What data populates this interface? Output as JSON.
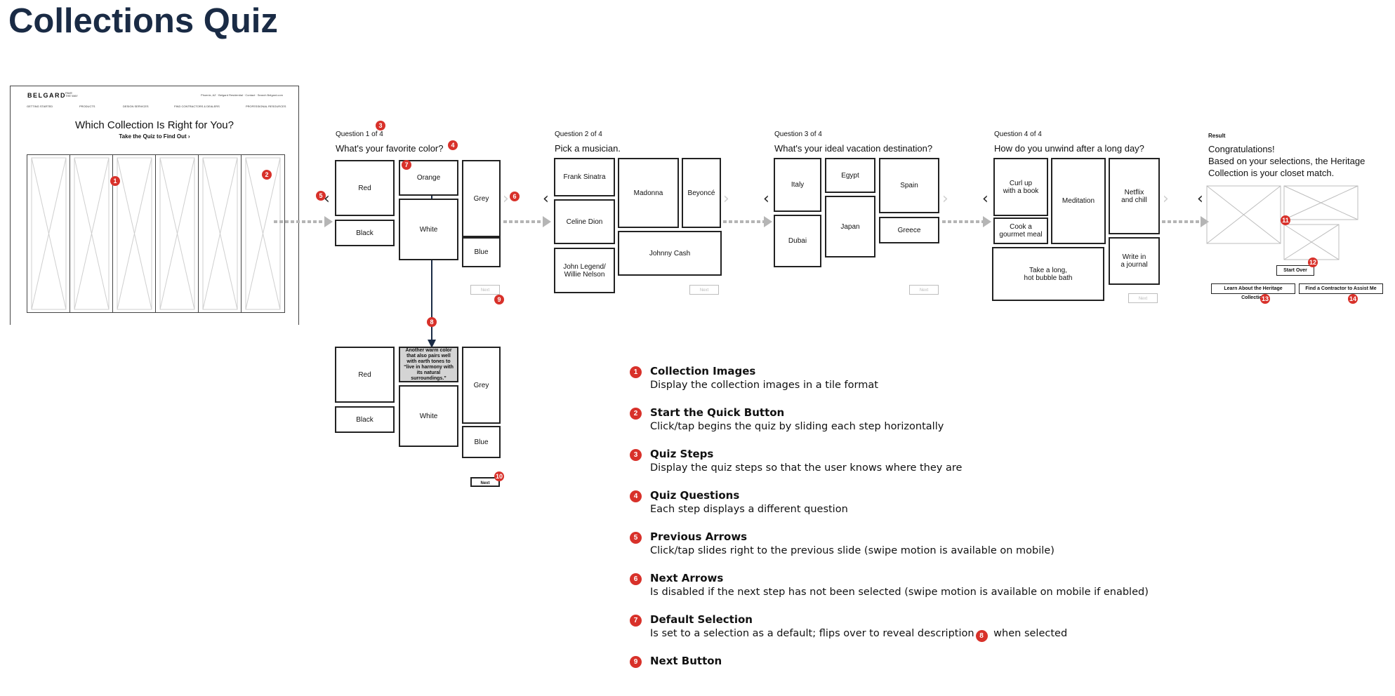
{
  "title": "Collections Quiz",
  "colors": {
    "badge": "#d8312a",
    "title": "#1a2b45",
    "arrow": "#b5b5b5",
    "flip_line": "#1a2b45",
    "flipped_tile": "#d4d4d4"
  },
  "landing": {
    "logo": "BELGARD",
    "logo_sub": "PAVE THE WAY",
    "utility": "Phoenix, AZ  ·  Belgard Residential  ·  Contact  ·  Search Belgard.com",
    "nav": [
      "GETTING STARTED",
      "PRODUCTS",
      "DESIGN SERVICES",
      "FIND CONTRACTORS & DEALERS",
      "PROFESSIONAL RESOURCES"
    ],
    "heading": "Which Collection Is Right for You?",
    "cta": "Take the Quiz to Find Out"
  },
  "steps": [
    {
      "step": "Question 1 of 4",
      "question": "What's your favorite color?",
      "options": [
        "Red",
        "Black",
        "Orange",
        "White",
        "Grey",
        "Blue"
      ],
      "next": "Next"
    },
    {
      "step": "Question 2 of 4",
      "question": "Pick a musician.",
      "options": [
        "Frank Sinatra",
        "Celine Dion",
        "John Legend/\nWillie Nelson",
        "Madonna",
        "Beyoncé",
        "Johnny Cash"
      ],
      "next": "Next"
    },
    {
      "step": "Question 3 of 4",
      "question": "What's your ideal vacation destination?",
      "options": [
        "Italy",
        "Dubai",
        "Egypt",
        "Japan",
        "Spain",
        "Greece"
      ],
      "next": "Next"
    },
    {
      "step": "Question 4 of 4",
      "question": "How do you unwind after a long day?",
      "options": [
        "Curl up\nwith a book",
        "Cook a\ngourmet meal",
        "Take a long,\nhot bubble bath",
        "Meditation",
        "Netflix\nand chill",
        "Write in\na journal"
      ],
      "next": "Next"
    }
  ],
  "flipped": {
    "options": [
      "Red",
      "Black",
      "Another warm color that also pairs well with earth tones to “live in harmony with its natural surroundings.”",
      "White",
      "Grey",
      "Blue"
    ],
    "next": "Next"
  },
  "result": {
    "label": "Result",
    "text": "Congratulations!\nBased on your selections, the Heritage Collection is your closet match.",
    "start_over": "Start Over",
    "learn": "Learn About the Heritage Collection",
    "find": "Find a Contractor to Assist Me"
  },
  "callouts": [
    "1",
    "2",
    "3",
    "4",
    "5",
    "6",
    "7",
    "8",
    "9",
    "10",
    "11",
    "12",
    "13",
    "14"
  ],
  "legend": [
    {
      "num": "1",
      "title": "Collection Images",
      "desc": "Display the collection images in a tile format"
    },
    {
      "num": "2",
      "title": "Start the Quick Button",
      "desc": "Click/tap begins the quiz by sliding each step horizontally"
    },
    {
      "num": "3",
      "title": "Quiz Steps",
      "desc": "Display the quiz steps so that the user knows where they are"
    },
    {
      "num": "4",
      "title": "Quiz Questions",
      "desc": "Each step displays a different question"
    },
    {
      "num": "5",
      "title": "Previous Arrows",
      "desc": "Click/tap slides right to the previous slide (swipe motion is available on mobile)"
    },
    {
      "num": "6",
      "title": "Next Arrows",
      "desc": "Is disabled if the next step has not been selected  (swipe motion is available on mobile if enabled)"
    },
    {
      "num": "7",
      "title": "Default Selection",
      "desc": "Is set to a selection as a default; flips over to reveal description",
      "desc_badge": "8",
      "desc_after": " when selected"
    },
    {
      "num": "9",
      "title": "Next Button",
      "desc": ""
    }
  ]
}
